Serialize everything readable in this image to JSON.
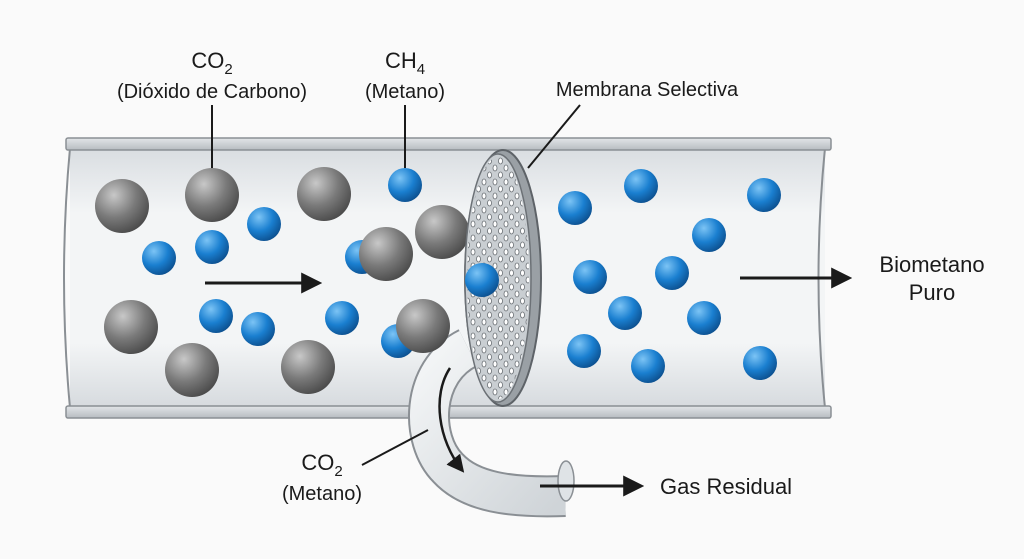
{
  "labels": {
    "co2_top_formula": "CO",
    "co2_top_sub": "2",
    "co2_top_name": "(Dióxido de Carbono)",
    "ch4_formula": "CH",
    "ch4_sub": "4",
    "ch4_name": "(Metano)",
    "membrane": "Membrana Selectiva",
    "biomethane_line1": "Biometano",
    "biomethane_line2": "Puro",
    "co2_bottom_formula": "CO",
    "co2_bottom_sub": "2",
    "co2_bottom_name": "(Metano)",
    "residual": "Gas Residual"
  },
  "colors": {
    "co2_molecule": "#7a7a7a",
    "ch4_molecule": "#1a7fd0",
    "pipe_fill": "#e8ecef",
    "pipe_edge": "#8a8f94",
    "text": "#1a1a1a"
  }
}
